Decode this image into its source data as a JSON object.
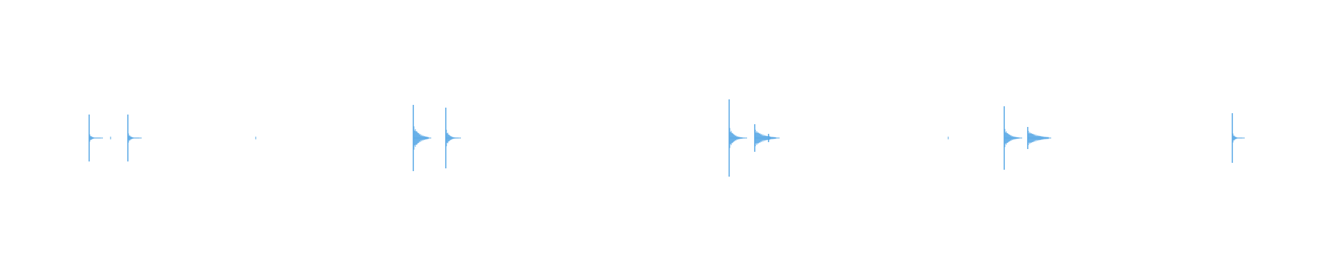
{
  "waveform": {
    "color": "#5aa9e6",
    "background": "#ffffff",
    "bursts": [
      {
        "amplitude": 0.17,
        "secondary": 0.02,
        "tail": 0.15
      },
      {
        "amplitude": 0.01,
        "secondary": 0.0,
        "tail": 0.0
      },
      {
        "amplitude": 0.17,
        "secondary": 0.03,
        "tail": 0.15
      },
      {
        "amplitude": 0.01,
        "secondary": 0.0,
        "tail": 0.0
      },
      {
        "amplitude": 0.24,
        "secondary": 0.08,
        "tail": 0.35
      },
      {
        "amplitude": 0.22,
        "secondary": 0.06,
        "tail": 0.2
      },
      {
        "amplitude": 0.28,
        "secondary": 0.07,
        "tail": 0.25
      },
      {
        "amplitude": 0.1,
        "secondary": 0.05,
        "tail": 0.4
      },
      {
        "amplitude": 0.03,
        "secondary": 0.01,
        "tail": 0.1
      },
      {
        "amplitude": 0.01,
        "secondary": 0.0,
        "tail": 0.0
      },
      {
        "amplitude": 0.23,
        "secondary": 0.06,
        "tail": 0.3
      },
      {
        "amplitude": 0.08,
        "secondary": 0.04,
        "tail": 0.45
      },
      {
        "amplitude": 0.18,
        "secondary": 0.03,
        "tail": 0.15
      }
    ]
  }
}
